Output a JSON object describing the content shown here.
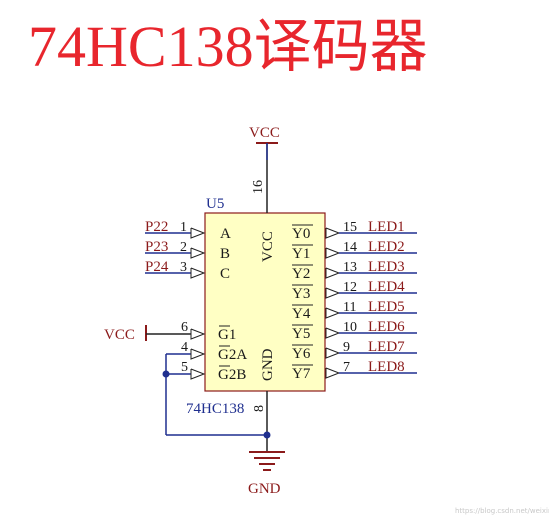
{
  "title": "74HC138译码器",
  "chip": {
    "ref": "U5",
    "part": "74HC138",
    "vcc_pin_label": "VCC",
    "gnd_pin_label": "GND",
    "vcc_pin": "16",
    "gnd_pin": "8"
  },
  "power": {
    "top": "VCC",
    "enable": "VCC",
    "ground": "GND"
  },
  "inputs": [
    {
      "net": "P22",
      "pin": "1",
      "label": "A"
    },
    {
      "net": "P23",
      "pin": "2",
      "label": "B"
    },
    {
      "net": "P24",
      "pin": "3",
      "label": "C"
    }
  ],
  "enables": [
    {
      "pin": "6",
      "label": "G1"
    },
    {
      "pin": "4",
      "label": "G2A"
    },
    {
      "pin": "5",
      "label": "G2B"
    }
  ],
  "outputs": [
    {
      "label": "Y0",
      "pin": "15",
      "net": "LED1"
    },
    {
      "label": "Y1",
      "pin": "14",
      "net": "LED2"
    },
    {
      "label": "Y2",
      "pin": "13",
      "net": "LED3"
    },
    {
      "label": "Y3",
      "pin": "12",
      "net": "LED4"
    },
    {
      "label": "Y4",
      "pin": "11",
      "net": "LED5"
    },
    {
      "label": "Y5",
      "pin": "10",
      "net": "LED6"
    },
    {
      "label": "Y6",
      "pin": "9",
      "net": "LED7"
    },
    {
      "label": "Y7",
      "pin": "7",
      "net": "LED8"
    }
  ],
  "watermark": "https://blog.csdn.net/weixin_xxxxxxxx"
}
